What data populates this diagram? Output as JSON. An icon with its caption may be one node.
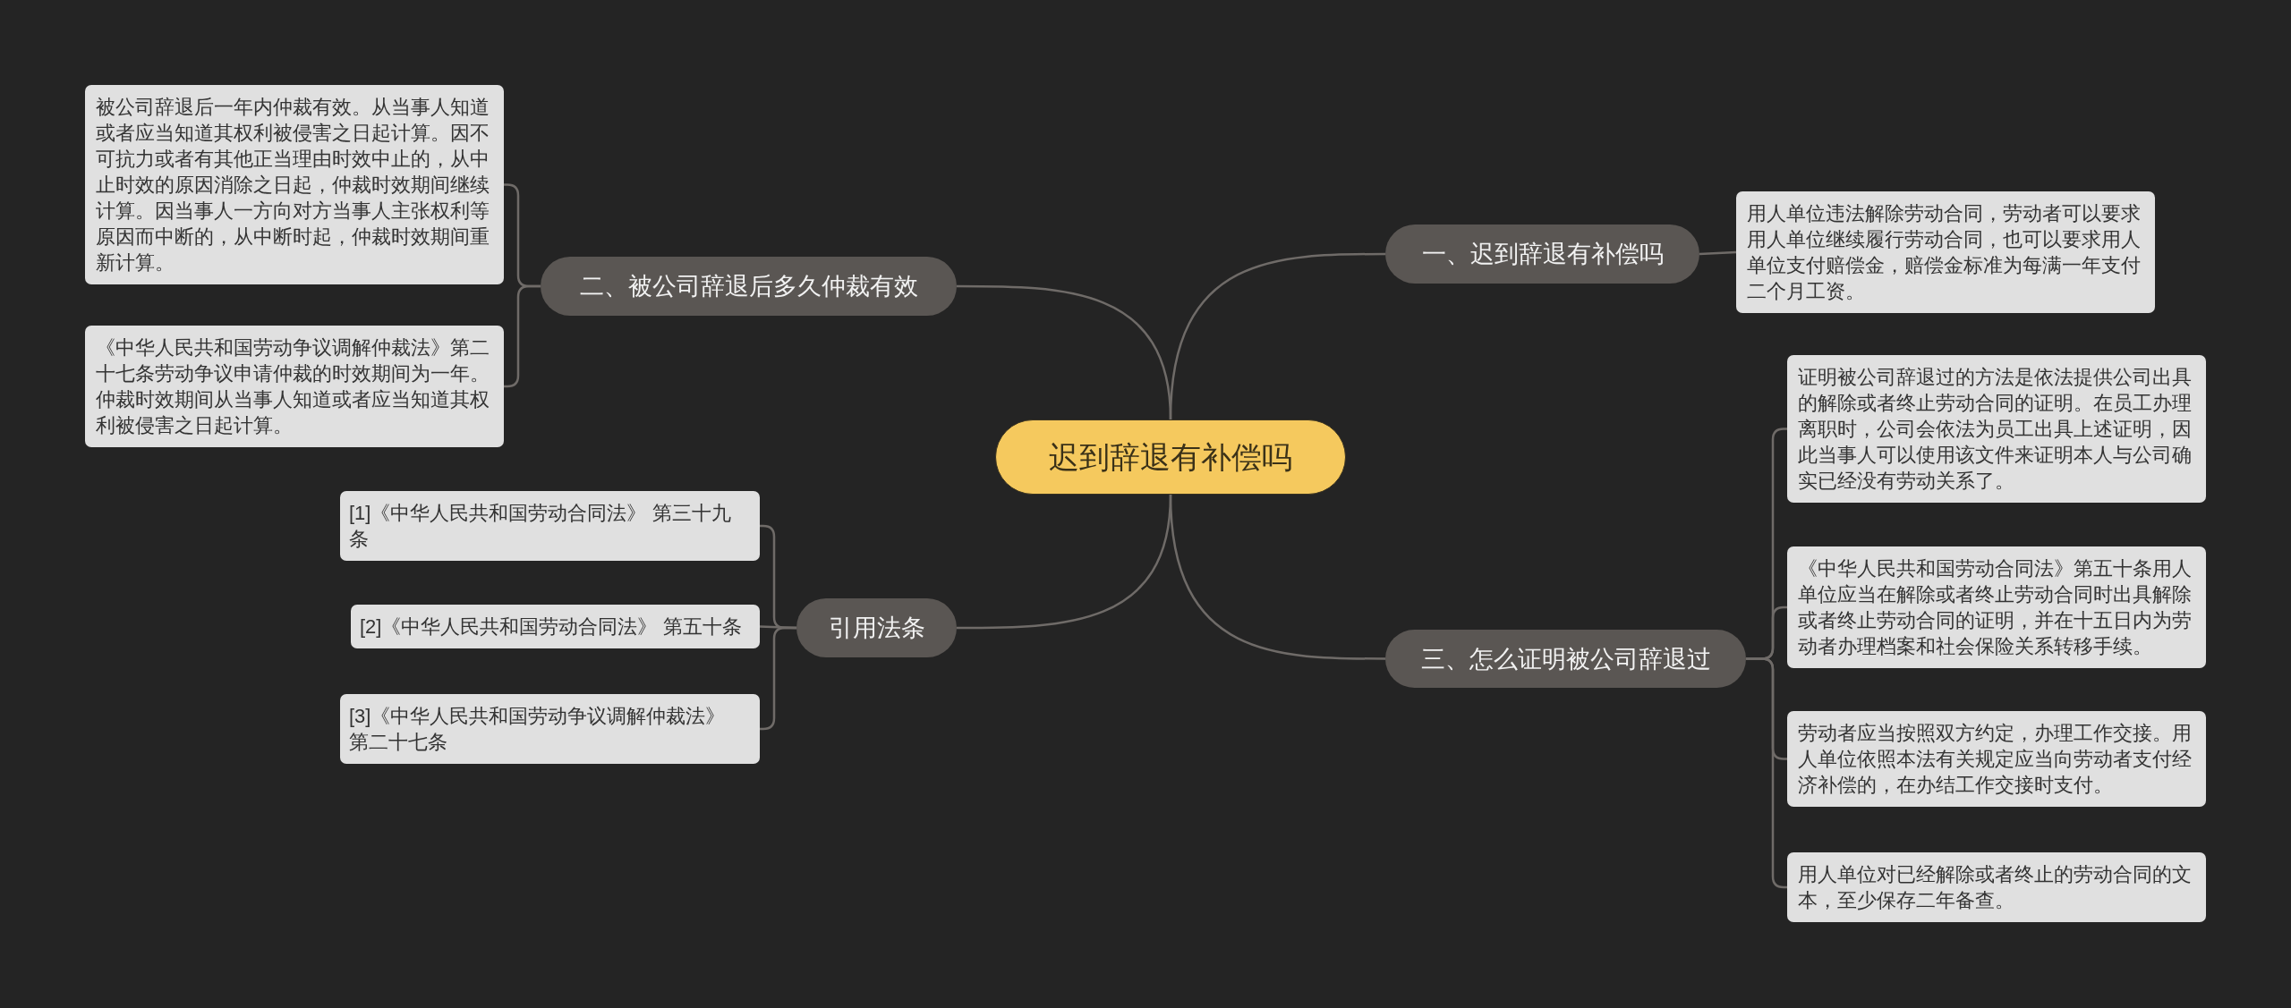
{
  "diagram": {
    "nodes": [
      {
        "text": [
          "迟到辞退有补偿吗"
        ]
      },
      {
        "text": [
          "一、迟到辞退有补偿吗"
        ]
      },
      {
        "text": [
          "用人单位违法解除劳动合同，劳动者可以要求用人单位继续履行劳动合同，也可以要求用人单位支付赔偿金，赔偿金标准为每满一年支付二个月工资。"
        ]
      },
      {
        "text": [
          "三、怎么证明被公司辞退过"
        ]
      },
      {
        "text": [
          "证明被公司辞退过的方法是依法提供公司出具的解除或者终止劳动合同的证明。在员工办理离职时，公司会依法为员工出具上述证明，因此当事人可以使用该文件来证明本人与公司确实已经没有劳动关系了。"
        ]
      },
      {
        "text": [
          "《中华人民共和国劳动合同法》第五十条用人单位应当在解除或者终止劳动合同时出具解除或者终止劳动合同的证明，并在十五日内为劳动者办理档案和社会保险关系转移手续。"
        ]
      },
      {
        "text": [
          "劳动者应当按照双方约定，办理工作交接。用人单位依照本法有关规定应当向劳动者支付经济补偿的，在办结工作交接时支付。"
        ]
      },
      {
        "text": [
          "用人单位对已经解除或者终止的劳动合同的文本，至少保存二年备查。"
        ]
      },
      {
        "text": [
          "二、被公司辞退后多久仲裁有效"
        ]
      },
      {
        "text": [
          "被公司辞退后一年内仲裁有效。从当事人知道或者应当知道其权利被侵害之日起计算。因不可抗力或者有其他正当理由时效中止的，从中止时效的原因消除之日起，仲裁时效期间继续计算。因当事人一方向对方当事人主张权利等原因而中断的，从中断时起，仲裁时效期间重新计算。"
        ]
      },
      {
        "text": [
          "《中华人民共和国劳动争议调解仲裁法》第二十七条劳动争议申请仲裁的时效期间为一年。仲裁时效期间从当事人知道或者应当知道其权利被侵害之日起计算。"
        ]
      },
      {
        "text": [
          "引用法条"
        ]
      },
      {
        "text": [
          "[1]《中华人民共和国劳动合同法》 第三十九条"
        ]
      },
      {
        "text": [
          "[2]《中华人民共和国劳动合同法》 第五十条"
        ]
      },
      {
        "text": [
          "[3]《中华人民共和国劳动争议调解仲裁法》第二十七条"
        ]
      }
    ],
    "edges": [
      {
        "from": 0,
        "to": 1,
        "arrow": "none"
      },
      {
        "from": 1,
        "to": 2,
        "arrow": "none"
      },
      {
        "from": 0,
        "to": 3,
        "arrow": "none"
      },
      {
        "from": 3,
        "to": 4,
        "arrow": "none"
      },
      {
        "from": 3,
        "to": 5,
        "arrow": "none"
      },
      {
        "from": 3,
        "to": 6,
        "arrow": "none"
      },
      {
        "from": 3,
        "to": 7,
        "arrow": "none"
      },
      {
        "from": 0,
        "to": 8,
        "arrow": "none"
      },
      {
        "from": 8,
        "to": 9,
        "arrow": "none"
      },
      {
        "from": 8,
        "to": 10,
        "arrow": "none"
      },
      {
        "from": 0,
        "to": 11,
        "arrow": "none"
      },
      {
        "from": 11,
        "to": 12,
        "arrow": "none"
      },
      {
        "from": 11,
        "to": 13,
        "arrow": "none"
      },
      {
        "from": 11,
        "to": 14,
        "arrow": "none"
      }
    ]
  }
}
